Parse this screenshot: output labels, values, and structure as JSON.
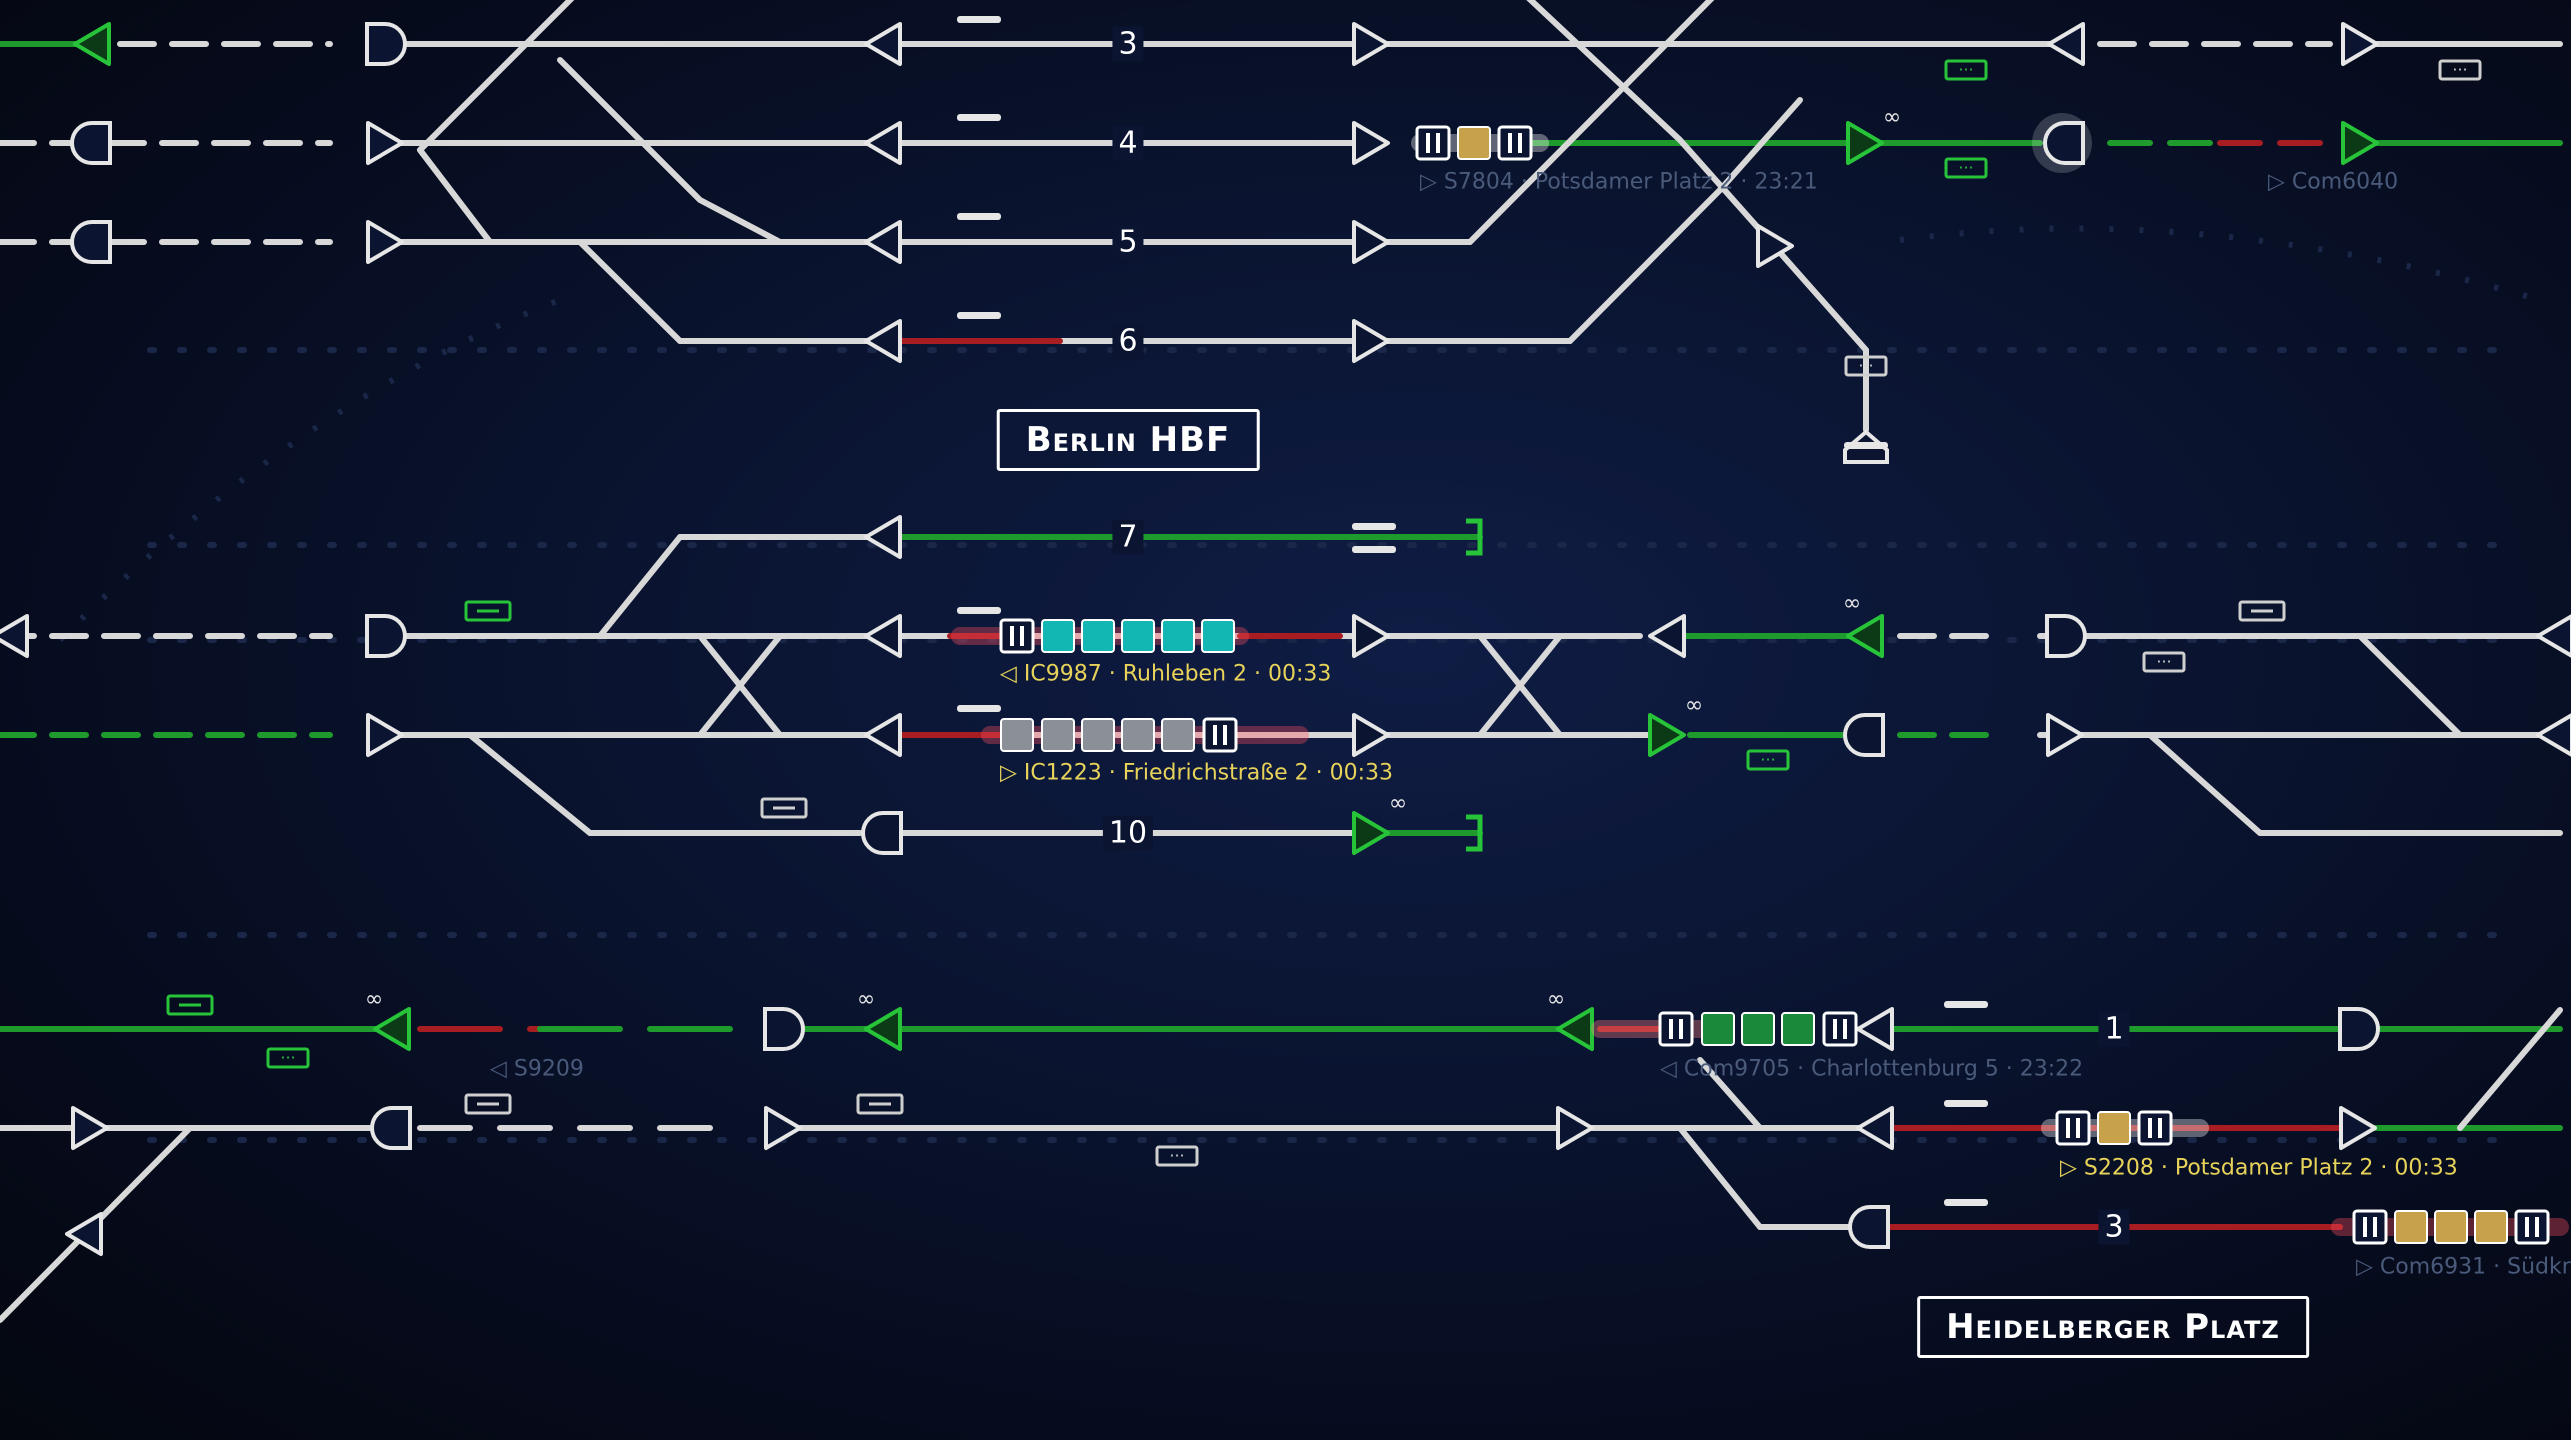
{
  "stations": [
    {
      "id": "berlin-hbf",
      "name": "Berlin HBF",
      "style": "blue"
    },
    {
      "id": "heidelberger-platz",
      "name": "Heidelberger Platz",
      "style": "grey"
    }
  ],
  "track_numbers": [
    "3",
    "4",
    "5",
    "6",
    "7",
    "10",
    "1",
    "3"
  ],
  "trains": [
    {
      "label": "S7804 · Potsdamer Platz  2 · 23:21",
      "direction": "right",
      "state": "dim"
    },
    {
      "label": "Com6040",
      "direction": "right",
      "state": "dim"
    },
    {
      "label": "IC9987 · Ruhleben  2 · 00:33",
      "direction": "left",
      "state": "active"
    },
    {
      "label": "IC1223 · Friedrichstraße  2 · 00:33",
      "direction": "right",
      "state": "active"
    },
    {
      "label": "S9209",
      "direction": "left",
      "state": "dim"
    },
    {
      "label": "Com9705 · Charlottenburg  5 · 23:22",
      "direction": "left",
      "state": "dim"
    },
    {
      "label": "S2208 · Potsdamer Platz  2 · 00:33",
      "direction": "right",
      "state": "active"
    },
    {
      "label": "Com6931 · Südkr",
      "direction": "right",
      "state": "dim"
    }
  ],
  "colors": {
    "track": "#d8d8d8",
    "track_clear": "#1f9b2e",
    "track_occupied": "#a81d22",
    "signal_outline": "#e6e6e6",
    "signal_green": "#27c43a",
    "car_teal": "#12b7b3",
    "car_gold": "#c8a24a",
    "car_grey": "#8a8f98",
    "car_green": "#1a8a3a",
    "label_active": "#e8d35a",
    "label_dim": "#4a5a7a"
  },
  "icons": [
    "signal-triangle-icon",
    "signal-bumper-icon",
    "buffer-stop-icon",
    "train-car-icon",
    "infinity-icon",
    "switch-icon"
  ]
}
